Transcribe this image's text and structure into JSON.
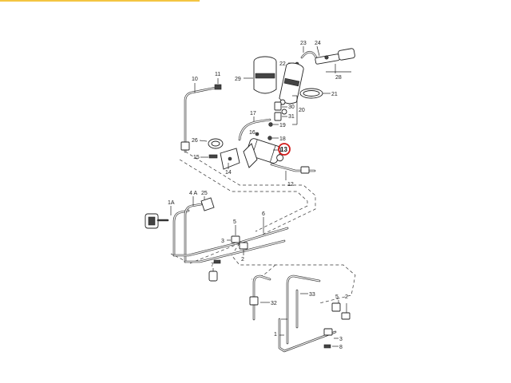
{
  "diagram": {
    "accent_color": "#f4c542",
    "highlight_color": "#d21a1a",
    "highlighted_callout": "13",
    "callouts": {
      "c23": "23",
      "c24": "24",
      "c22": "22",
      "c29": "29",
      "c28": "28",
      "c10": "10",
      "c11": "11",
      "c30": "30",
      "c20": "20",
      "c21": "21",
      "c31": "31",
      "c17": "17",
      "c19": "19",
      "c16": "16",
      "c18": "18",
      "c26": "26",
      "c13": "13",
      "c15": "15",
      "c14": "14",
      "c12": "12",
      "c1A": "1A",
      "c4A": "4 A",
      "c25": "25",
      "c5a": "5",
      "c6": "6",
      "c3a": "3",
      "c2a": "2",
      "c7": "7",
      "c33": "33",
      "c32": "32",
      "c5b": "5",
      "c2b": "2",
      "c1": "1",
      "c3b": "3",
      "c8": "8"
    }
  }
}
